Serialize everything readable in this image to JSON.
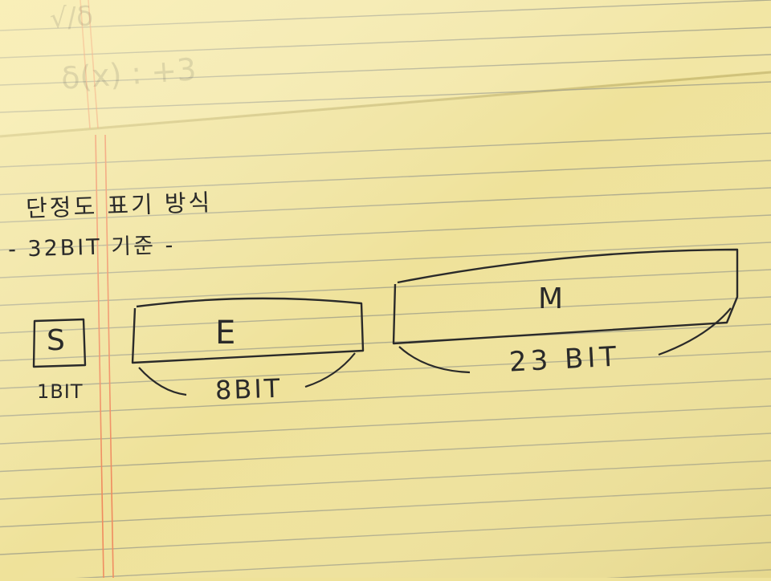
{
  "scene": {
    "description_free": true,
    "paper_color": "#efe29a",
    "line_color": "#9a9a86",
    "margin_line_color": "#f08a5d",
    "ink_color": "#2a2a2a"
  },
  "notes": {
    "title": "단정도 표기 방식",
    "subtitle": "- 32BIT 기준 -",
    "sign": {
      "letter": "S",
      "width_label": "1BIT"
    },
    "exponent": {
      "letter": "E",
      "width_label": "8BIT"
    },
    "mantissa": {
      "letter": "M",
      "width_label": "23 BIT"
    }
  },
  "previous_page_residue": {
    "line1": "√/δ",
    "line2": "δ(x) : +3"
  }
}
